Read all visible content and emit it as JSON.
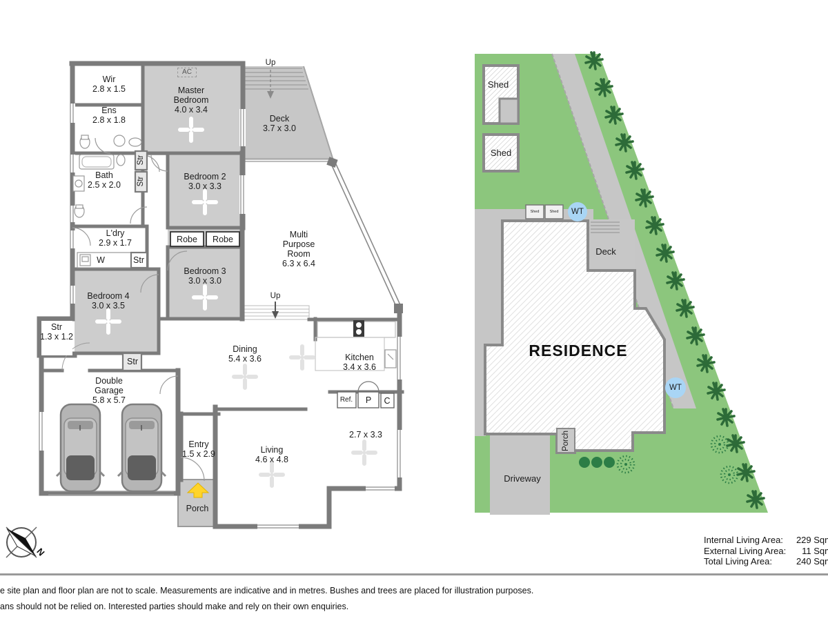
{
  "floor_plan": {
    "rooms": [
      {
        "name": "Wir",
        "dims": "2.8 x 1.5"
      },
      {
        "name": "Ens",
        "dims": "2.8 x 1.8"
      },
      {
        "name": "Master\nBedroom",
        "dims": "4.0 x 3.4"
      },
      {
        "name": "Deck",
        "dims": "3.7 x 3.0"
      },
      {
        "name": "Bath",
        "dims": "2.5 x 2.0"
      },
      {
        "name": "Bedroom 2",
        "dims": "3.0 x 3.3"
      },
      {
        "name": "L'dry",
        "dims": "2.9 x 1.7"
      },
      {
        "name": "Multi\nPurpose\nRoom",
        "dims": "6.3 x 6.4"
      },
      {
        "name": "Bedroom 3",
        "dims": "3.0 x 3.0"
      },
      {
        "name": "Bedroom 4",
        "dims": "3.0 x 3.5"
      },
      {
        "name": "Str",
        "dims": "1.3 x 1.2"
      },
      {
        "name": "Dining",
        "dims": "5.4 x 3.6"
      },
      {
        "name": "Kitchen",
        "dims": "3.4 x 3.6"
      },
      {
        "name": "Double\nGarage",
        "dims": "5.8 x 5.7"
      },
      {
        "name": "Entry",
        "dims": "1.5 x 2.9"
      },
      {
        "name": "Living",
        "dims": "4.6 x 4.8"
      },
      {
        "name": "",
        "dims": "2.7 x 3.3"
      },
      {
        "name": "Porch",
        "dims": ""
      }
    ],
    "labels": {
      "ac": "AC",
      "up": "Up",
      "robe": "Robe",
      "str": "Str",
      "w": "W",
      "ref": "Ref.",
      "pantry": "P",
      "cupboard": "C"
    }
  },
  "site_plan": {
    "residence": "RESIDENCE",
    "deck": "Deck",
    "porch": "Porch",
    "driveway": "Driveway",
    "shed": "Shed",
    "water_tank": "WT"
  },
  "summary": {
    "rows": [
      {
        "label": "Internal Living Area:",
        "value": "229 Sqm"
      },
      {
        "label": "External Living Area:",
        "value": "11 Sqm"
      },
      {
        "label": "Total Living Area:",
        "value": "240 Sqm"
      }
    ]
  },
  "disclaimer": {
    "line1": "e site plan and floor plan are not to scale. Measurements are indicative and in metres. Bushes and trees are placed for illustration purposes.",
    "line2": "ans should not be relied on. Interested parties should make and rely on their own enquiries."
  },
  "compass": {
    "north": "N"
  },
  "colors": {
    "wall": "#7b7b7b",
    "room_fill": "#cdcdcd",
    "deck_fill": "#c7c7c7",
    "lawn": "#8cc67d",
    "tree": "#2d6b38",
    "paving": "#c6c6c6",
    "water_tank_fill": "#a9d5f5",
    "entry_arrow": "#ffd42a"
  }
}
